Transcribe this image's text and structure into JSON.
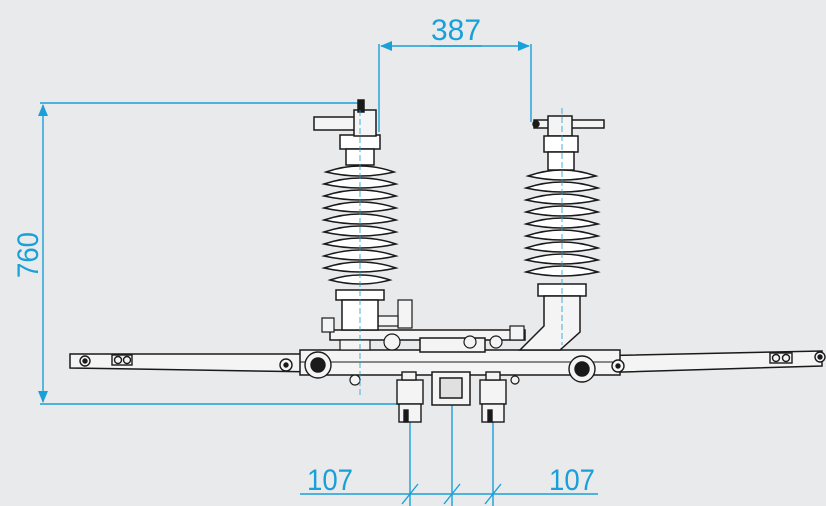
{
  "dimensions": {
    "top_width": "387",
    "left_height": "760",
    "bottom_left": "107",
    "bottom_right": "107"
  },
  "colors": {
    "background": "#e9eaec",
    "dimension": "#1aa0d8",
    "drawing": "#1a1a1a",
    "insulator_fill": "#ffffff",
    "metal_fill": "#f4f4f4"
  }
}
